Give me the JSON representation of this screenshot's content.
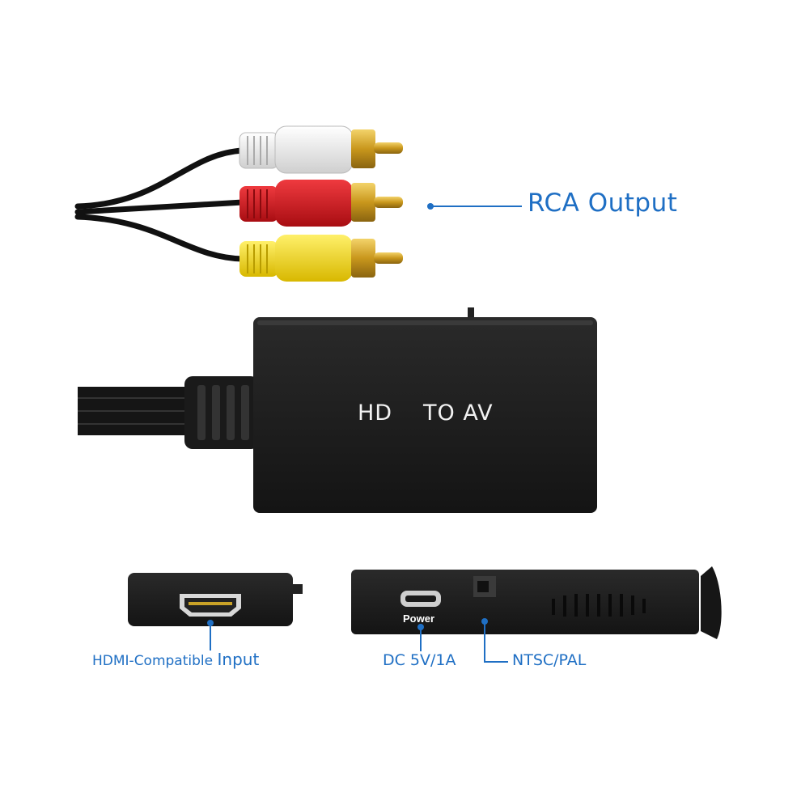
{
  "callouts": {
    "rca_output": "RCA Output",
    "hdmi_input_small": "HDMI-Compatible",
    "hdmi_input_big": "Input",
    "dc_power": "DC 5V/1A",
    "ntsc_pal": "NTSC/PAL"
  },
  "device": {
    "hd": "HD",
    "to_av": "TO AV",
    "power_port": "Power"
  },
  "colors": {
    "callout_blue": "#1f6fc4",
    "device_black": "#1b1b1b",
    "plug_white": "#f1f1f1",
    "plug_red": "#d9151d",
    "plug_yellow": "#f7dc1a",
    "gold": "#d4a628"
  }
}
